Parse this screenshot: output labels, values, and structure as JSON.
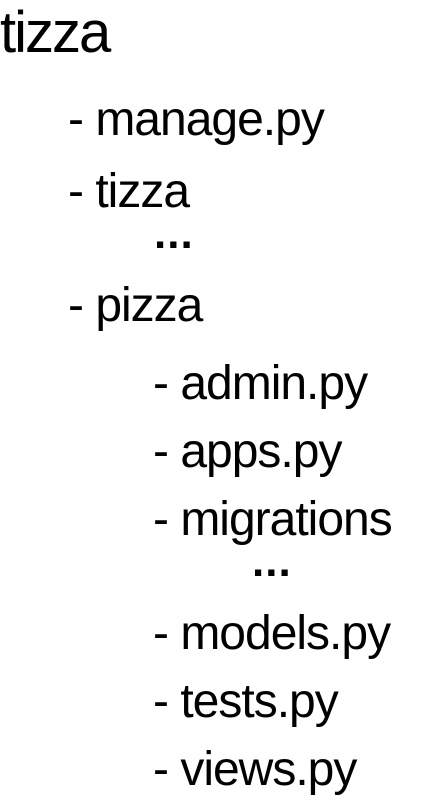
{
  "tree": {
    "root": "tizza",
    "level1": [
      {
        "label": "- manage.py"
      },
      {
        "label": "- tizza"
      },
      {
        "label": "- pizza"
      }
    ],
    "tizza_ellipsis": "...",
    "pizza_children": [
      {
        "label": "- admin.py"
      },
      {
        "label": "- apps.py"
      },
      {
        "label": "- migrations"
      },
      {
        "label": "- models.py"
      },
      {
        "label": "- tests.py"
      },
      {
        "label": "- views.py"
      }
    ],
    "migrations_ellipsis": "..."
  }
}
